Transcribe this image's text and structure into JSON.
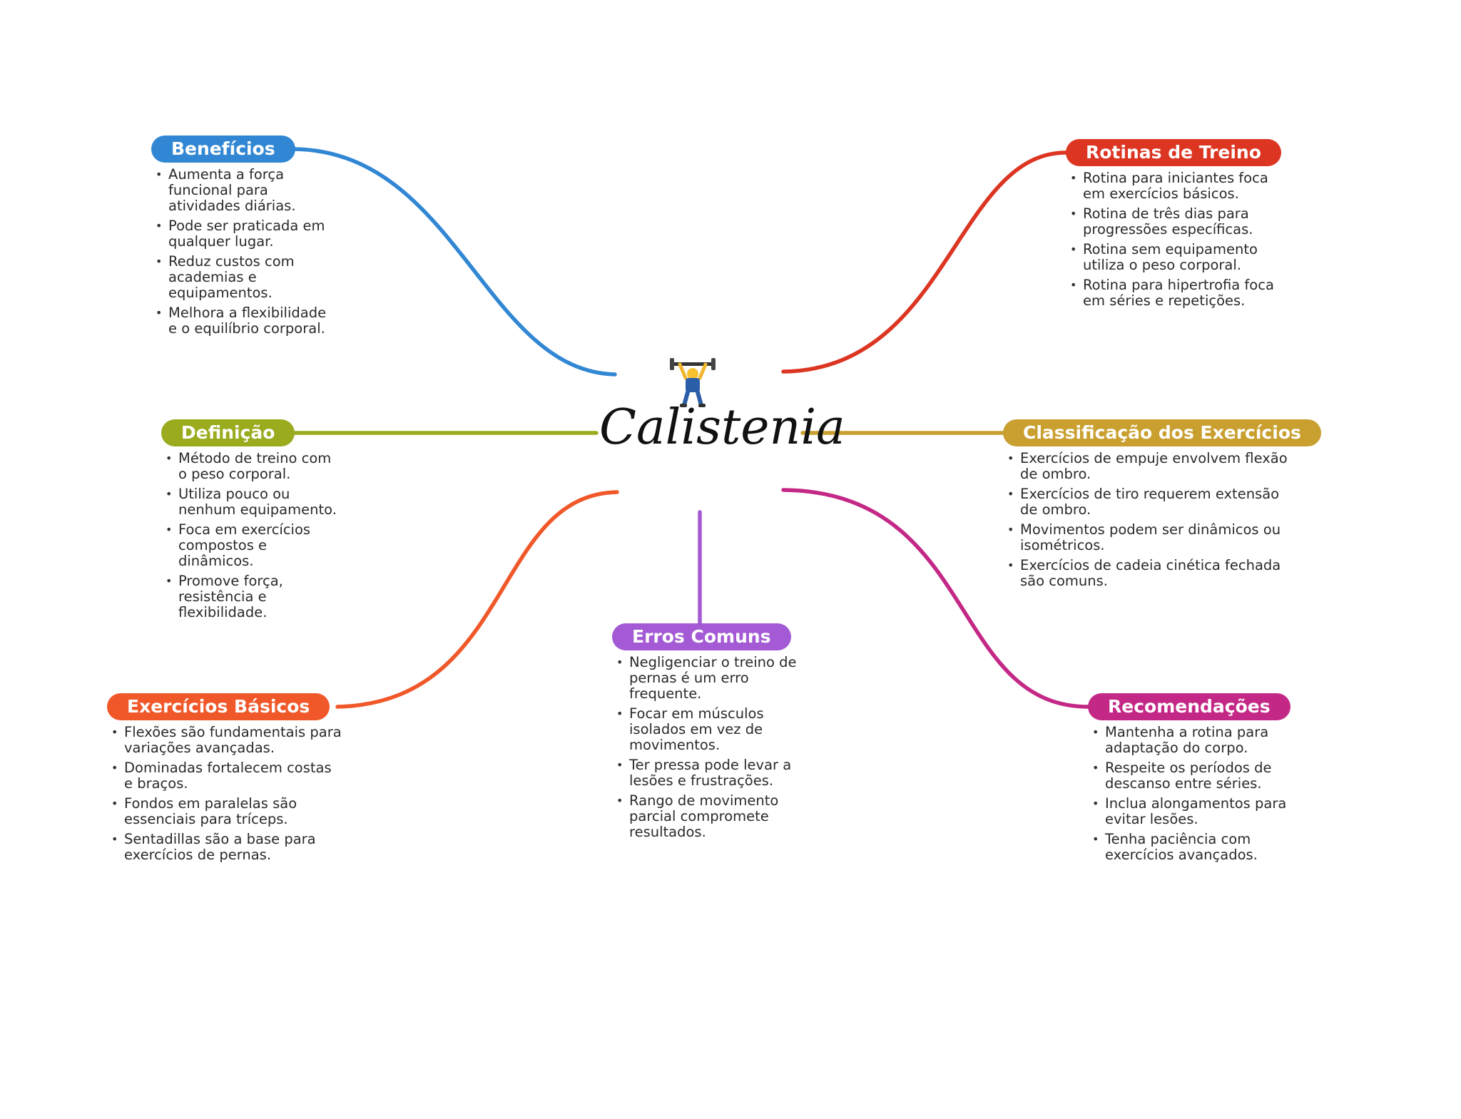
{
  "center": {
    "title": "Calistenia",
    "icon": "weightlifter-icon"
  },
  "colors": {
    "beneficios": "#3287d4",
    "definicao": "#9aab1e",
    "basicos": "#f0582a",
    "erros": "#a35ad4",
    "recomendacoes": "#c42886",
    "classificacao": "#c9a030",
    "rotinas": "#dc3522"
  },
  "branches": {
    "beneficios": {
      "title": "Benefícios",
      "items": [
        "Aumenta a força funcional para atividades diárias.",
        "Pode ser praticada em qualquer lugar.",
        "Reduz custos com academias e equipamentos.",
        "Melhora a flexibilidade e o equilíbrio corporal."
      ]
    },
    "definicao": {
      "title": "Definição",
      "items": [
        "Método de treino com o peso corporal.",
        "Utiliza pouco ou nenhum equipamento.",
        "Foca em exercícios compostos e dinâmicos.",
        "Promove força, resistência e flexibilidade."
      ]
    },
    "basicos": {
      "title": "Exercícios Básicos",
      "items": [
        "Flexões são fundamentais para variações avançadas.",
        "Dominadas fortalecem costas e braços.",
        "Fondos em paralelas são essenciais para tríceps.",
        "Sentadillas são a base para exercícios de pernas."
      ]
    },
    "erros": {
      "title": "Erros Comuns",
      "items": [
        "Negligenciar o treino de pernas é um erro frequente.",
        "Focar em músculos isolados em vez de movimentos.",
        "Ter pressa pode levar a lesões e frustrações.",
        "Rango de movimento parcial compromete resultados."
      ]
    },
    "recomendacoes": {
      "title": "Recomendações",
      "items": [
        "Mantenha a rotina para adaptação do corpo.",
        "Respeite os períodos de descanso entre séries.",
        "Inclua alongamentos para evitar lesões.",
        "Tenha paciência com exercícios avançados."
      ]
    },
    "classificacao": {
      "title": "Classificação dos Exercícios",
      "items": [
        "Exercícios de empuje envolvem flexão de ombro.",
        "Exercícios de tiro requerem extensão de ombro.",
        "Movimentos podem ser dinâmicos ou isométricos.",
        "Exercícios de cadeia cinética fechada são comuns."
      ]
    },
    "rotinas": {
      "title": "Rotinas de Treino",
      "items": [
        "Rotina para iniciantes foca em exercícios básicos.",
        "Rotina de três dias para progressões específicas.",
        "Rotina sem equipamento utiliza o peso corporal.",
        "Rotina para hipertrofia foca em séries e repetições."
      ]
    }
  }
}
